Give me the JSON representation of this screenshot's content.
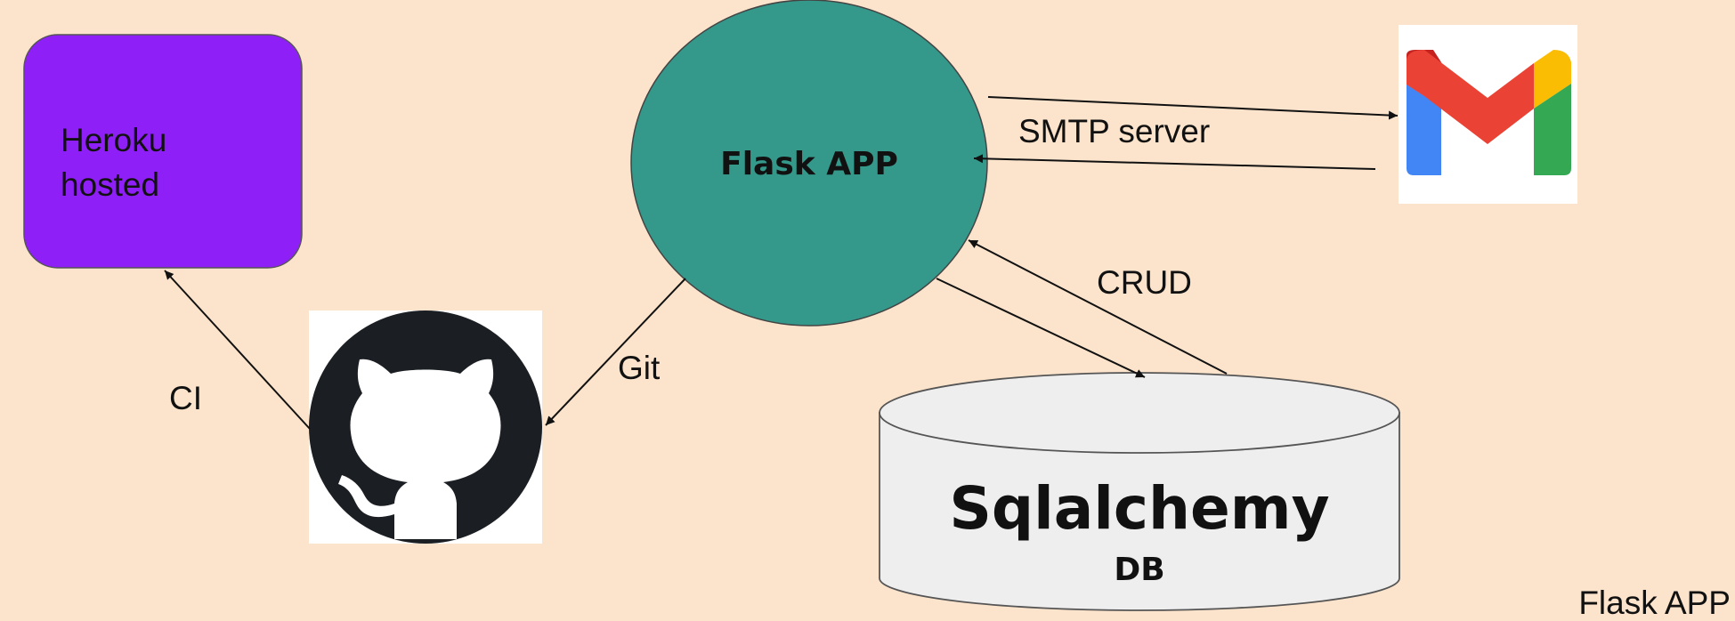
{
  "nodes": {
    "heroku": {
      "label_line1": "Heroku",
      "label_line2": "hosted",
      "color": "#8f1ff7"
    },
    "flask": {
      "label": "Flask APP",
      "color": "#34988a"
    },
    "github": {
      "icon": "github-octocat-icon"
    },
    "gmail": {
      "icon": "gmail-icon"
    },
    "db": {
      "title": "Sqlalchemy",
      "subtitle": "DB",
      "color": "#eeeeee"
    }
  },
  "edges": {
    "ci": "CI",
    "git": "Git",
    "smtp": "SMTP server",
    "crud": "CRUD"
  },
  "footer": {
    "caption": "Flask APP"
  }
}
